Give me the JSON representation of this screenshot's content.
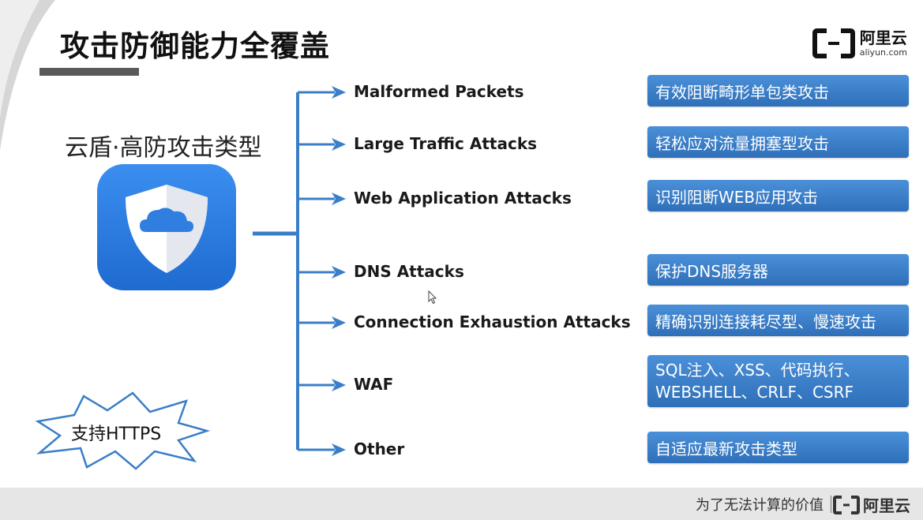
{
  "title": "攻击防御能力全覆盖",
  "logo": {
    "cn": "阿里云",
    "en": "aliyun.com"
  },
  "product": {
    "name": "云盾·高防攻击类型"
  },
  "badge": {
    "label": "支持HTTPS"
  },
  "attacks": [
    {
      "label": "Malformed Packets",
      "desc": [
        "有效阻断畸形单包类攻击"
      ]
    },
    {
      "label": "Large Traffic Attacks",
      "desc": [
        "轻松应对流量拥塞型攻击"
      ]
    },
    {
      "label": "Web Application Attacks",
      "desc": [
        "识别阻断WEB应用攻击"
      ]
    },
    {
      "label": "DNS Attacks",
      "desc": [
        "保护DNS服务器"
      ]
    },
    {
      "label": "Connection Exhaustion Attacks",
      "desc": [
        "精确识别连接耗尽型、慢速攻击"
      ]
    },
    {
      "label": "WAF",
      "desc": [
        "SQL注入、XSS、代码执行、",
        "WEBSHELL、CRLF、CSRF"
      ]
    },
    {
      "label": "Other",
      "desc": [
        "自适应最新攻击类型"
      ]
    }
  ],
  "footer": {
    "slogan": "为了无法计算的价值",
    "logo_cn": "阿里云"
  },
  "colors": {
    "accent": "#3a7ec8",
    "shield_bg": "#2f7ee0",
    "footer_bg": "#e6e6e6"
  }
}
